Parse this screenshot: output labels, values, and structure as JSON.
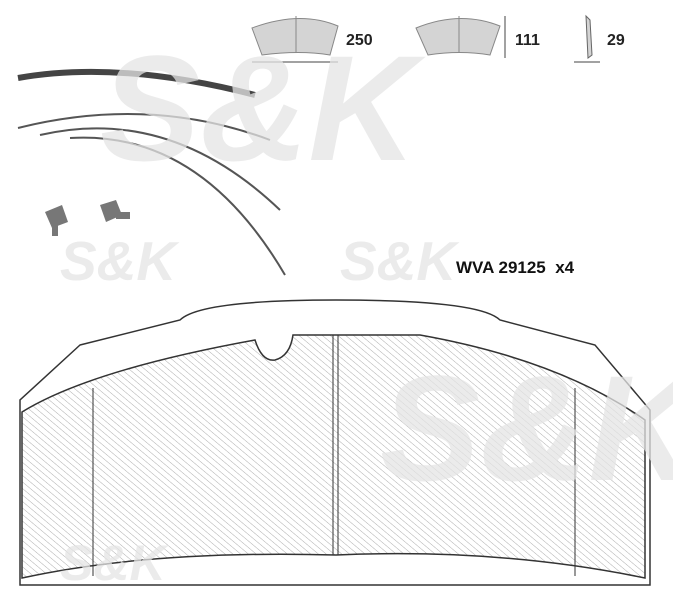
{
  "dimensions": {
    "width": "250",
    "height": "111",
    "thickness": "29"
  },
  "product": {
    "code": "WVA 29125",
    "quantity": "x4"
  },
  "watermark": "S&K",
  "colors": {
    "pad_fill": "#d4d4d4",
    "outline": "#333333",
    "watermark": "#eeeeee"
  }
}
